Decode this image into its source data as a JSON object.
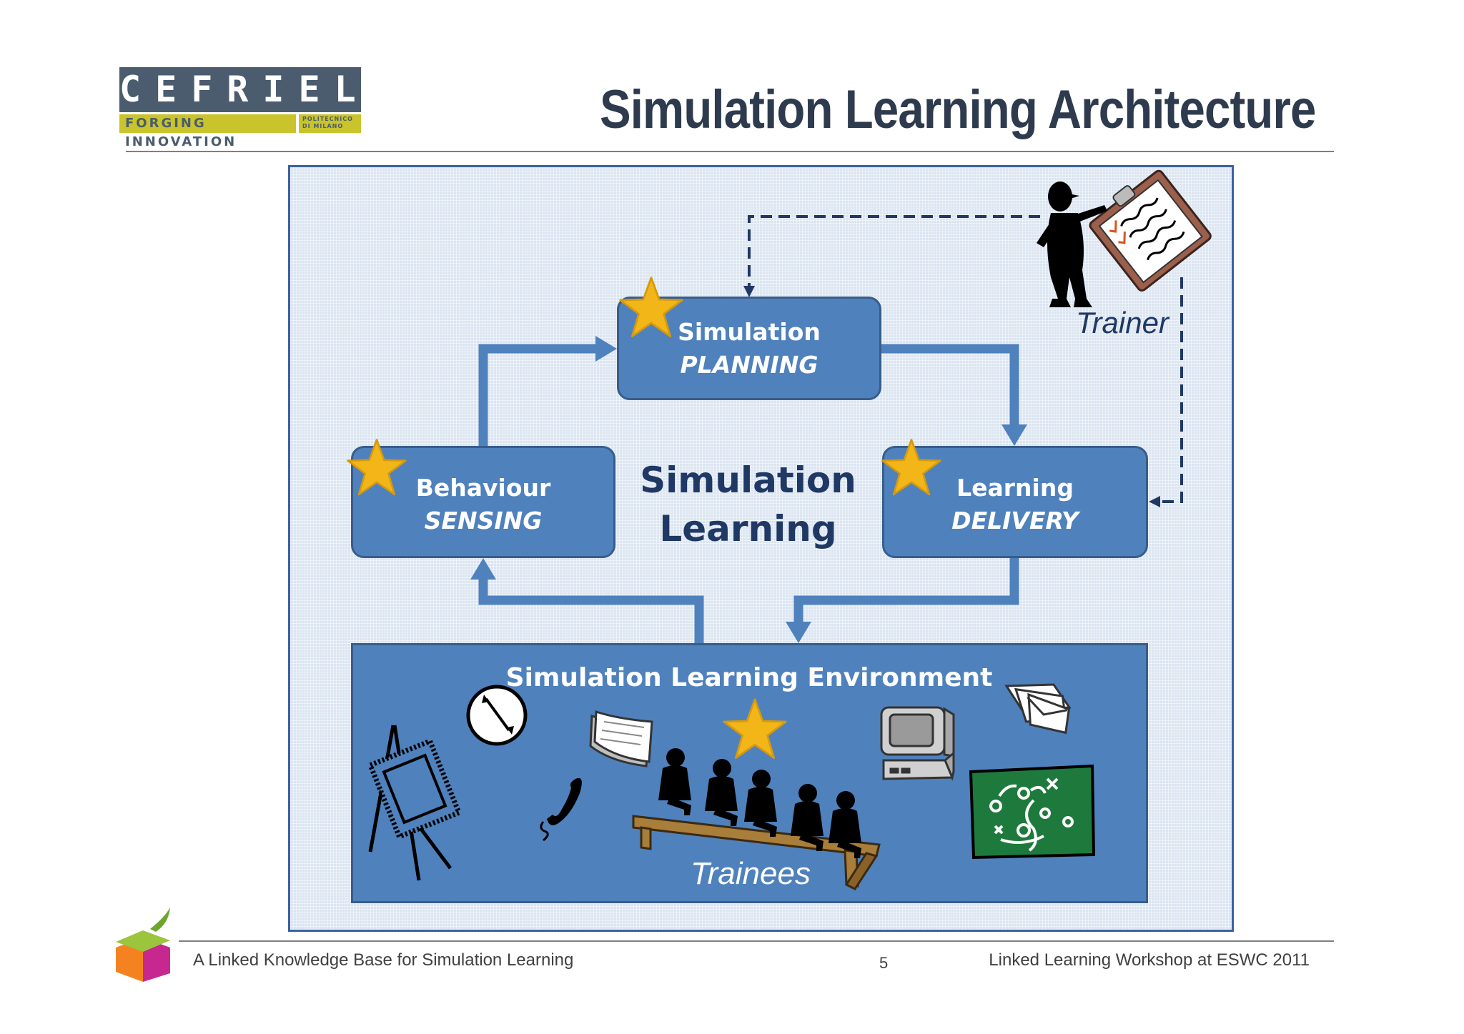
{
  "header": {
    "logo": {
      "brand": "CEFRIEL",
      "tagline": "FORGING INNOVATION",
      "partner": "POLITECNICO DI MILANO"
    },
    "title": "Simulation Learning Architecture"
  },
  "diagram": {
    "center_label_line1": "Simulation",
    "center_label_line2": "Learning",
    "boxes": {
      "planning": {
        "line1": "Simulation",
        "line2": "PLANNING"
      },
      "sensing": {
        "line1": "Behaviour",
        "line2": "SENSING"
      },
      "delivery": {
        "line1": "Learning",
        "line2": "DELIVERY"
      }
    },
    "environment": {
      "title": "Simulation Learning Environment",
      "trainees_label": "Trainees"
    },
    "trainer_label": "Trainer",
    "icons": [
      "trainer-with-clipboard-icon",
      "star-icon",
      "easel-icon",
      "clock-icon",
      "book-icon",
      "phone-icon",
      "trainees-on-bench-icon",
      "computer-icon",
      "envelopes-icon",
      "chalkboard-tactics-icon"
    ],
    "colors": {
      "box_fill": "#4f81bd",
      "box_border": "#385d8a",
      "panel_fill": "#dbe5f1",
      "title": "#2e3b4e",
      "star": "#f2b619",
      "dashed": "#1f3864"
    }
  },
  "footer": {
    "left": "A Linked Knowledge Base for Simulation Learning",
    "page": "5",
    "right": "Linked Learning Workshop at ESWC 2011"
  }
}
